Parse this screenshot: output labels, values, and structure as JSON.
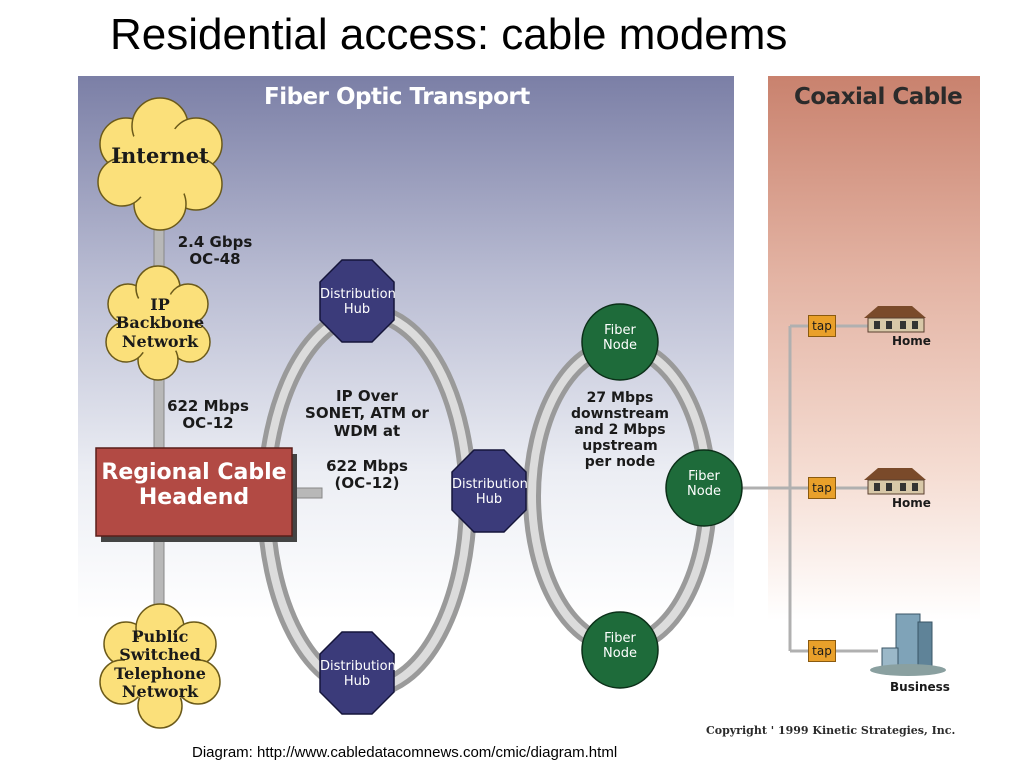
{
  "title": "Residential access: cable modems",
  "panels": {
    "fiber": "Fiber Optic Transport",
    "coax": "Coaxial Cable"
  },
  "clouds": {
    "internet": "Internet",
    "ip_backbone": [
      "IP",
      "Backbone",
      "Network"
    ],
    "pstn": [
      "Public",
      "Switched",
      "Telephone",
      "Network"
    ]
  },
  "links": {
    "internet_backbone": [
      "2.4 Gbps",
      "OC-48"
    ],
    "backbone_headend": [
      "622 Mbps",
      "OC-12"
    ]
  },
  "headend": [
    "Regional Cable",
    "Headend"
  ],
  "distribution_hub": [
    "Distribution",
    "Hub"
  ],
  "ring_info": [
    "IP Over",
    "SONET, ATM or",
    "WDM at",
    "",
    "622 Mbps",
    "(OC-12)"
  ],
  "fiber_node": [
    "Fiber",
    "Node"
  ],
  "node_info": [
    "27 Mbps",
    "downstream",
    "and 2 Mbps",
    "upstream",
    "per node"
  ],
  "tap": "tap",
  "destinations": {
    "home1": "Home",
    "home2": "Home",
    "business": "Business"
  },
  "copyright": "Copyright ' 1999 Kinetic Strategies, Inc.",
  "caption": "Diagram: http://www.cabledatacomnews.com/cmic/diagram.html",
  "colors": {
    "cloud": "#fbe07a",
    "hub": "#3b3b7a",
    "node": "#1e6b3a",
    "headend": "#b24a44",
    "tap": "#e9a02a"
  }
}
